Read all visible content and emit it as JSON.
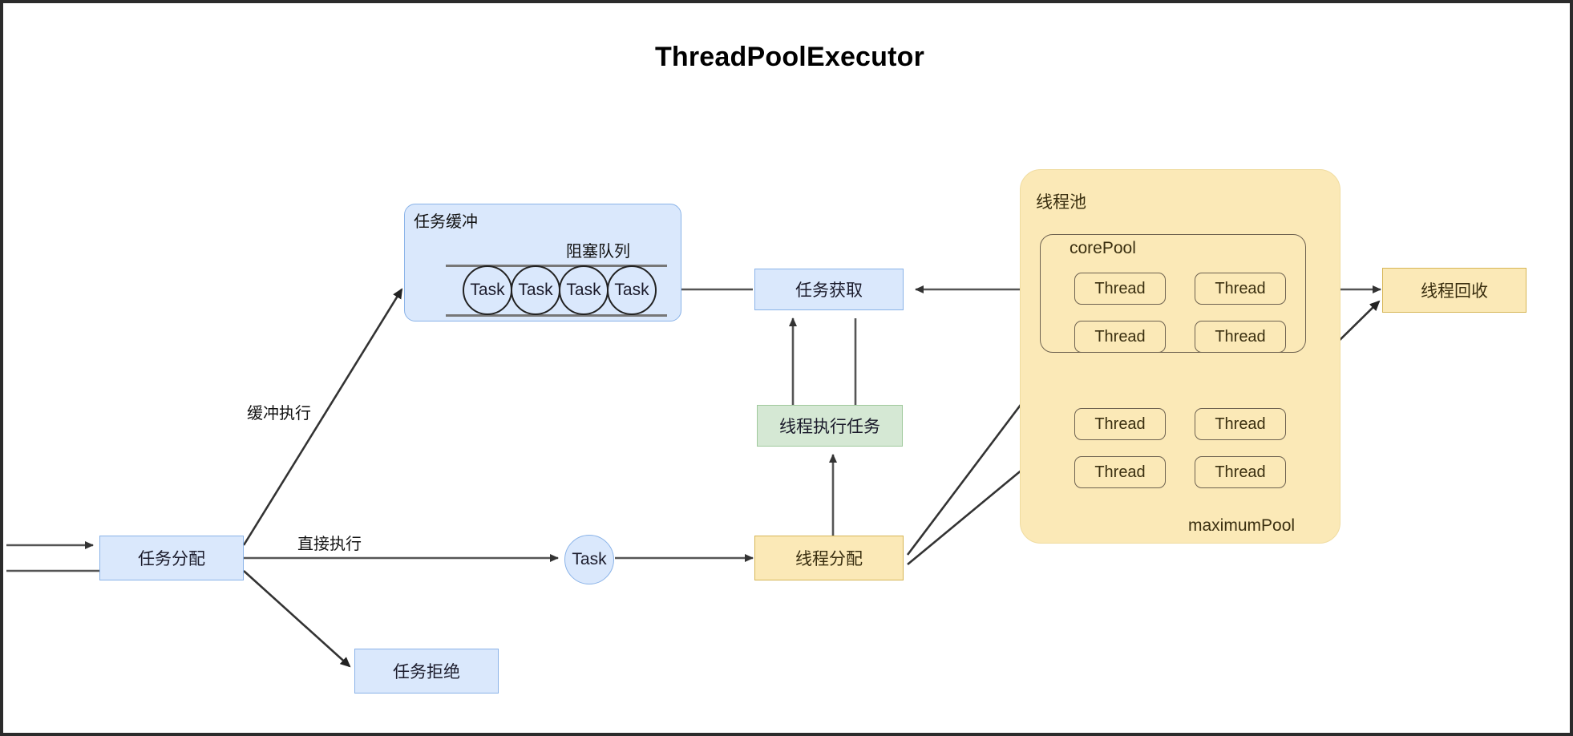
{
  "diagram": {
    "title": "ThreadPoolExecutor",
    "nodes": {
      "task_dispatch": "任务分配",
      "task_reject": "任务拒绝",
      "task_buffer": "任务缓冲",
      "blocking_queue": "阻塞队列",
      "task_fetch": "任务获取",
      "thread_exec_task": "线程执行任务",
      "thread_dispatch": "线程分配",
      "thread_recycle": "线程回收",
      "thread_pool": "线程池",
      "core_pool": "corePool",
      "maximum_pool": "maximumPool",
      "task_circle": "Task"
    },
    "queue_tasks": [
      "Task",
      "Task",
      "Task",
      "Task"
    ],
    "core_pool_threads": [
      "Thread",
      "Thread",
      "Thread",
      "Thread"
    ],
    "maximum_pool_threads": [
      "Thread",
      "Thread",
      "Thread",
      "Thread"
    ],
    "edge_labels": {
      "buffer_exec": "缓冲执行",
      "direct_exec": "直接执行"
    },
    "colors": {
      "blue_fill": "#dae8fc",
      "blue_stroke": "#8ab3e8",
      "green_fill": "#d5e8d4",
      "green_stroke": "#9fc99c",
      "yellow_fill": "#fbe9b7",
      "yellow_stroke": "#d6b656",
      "pool_border": "#6e6250",
      "edge_stroke": "#555555",
      "frame": "#2b2b2b"
    }
  }
}
